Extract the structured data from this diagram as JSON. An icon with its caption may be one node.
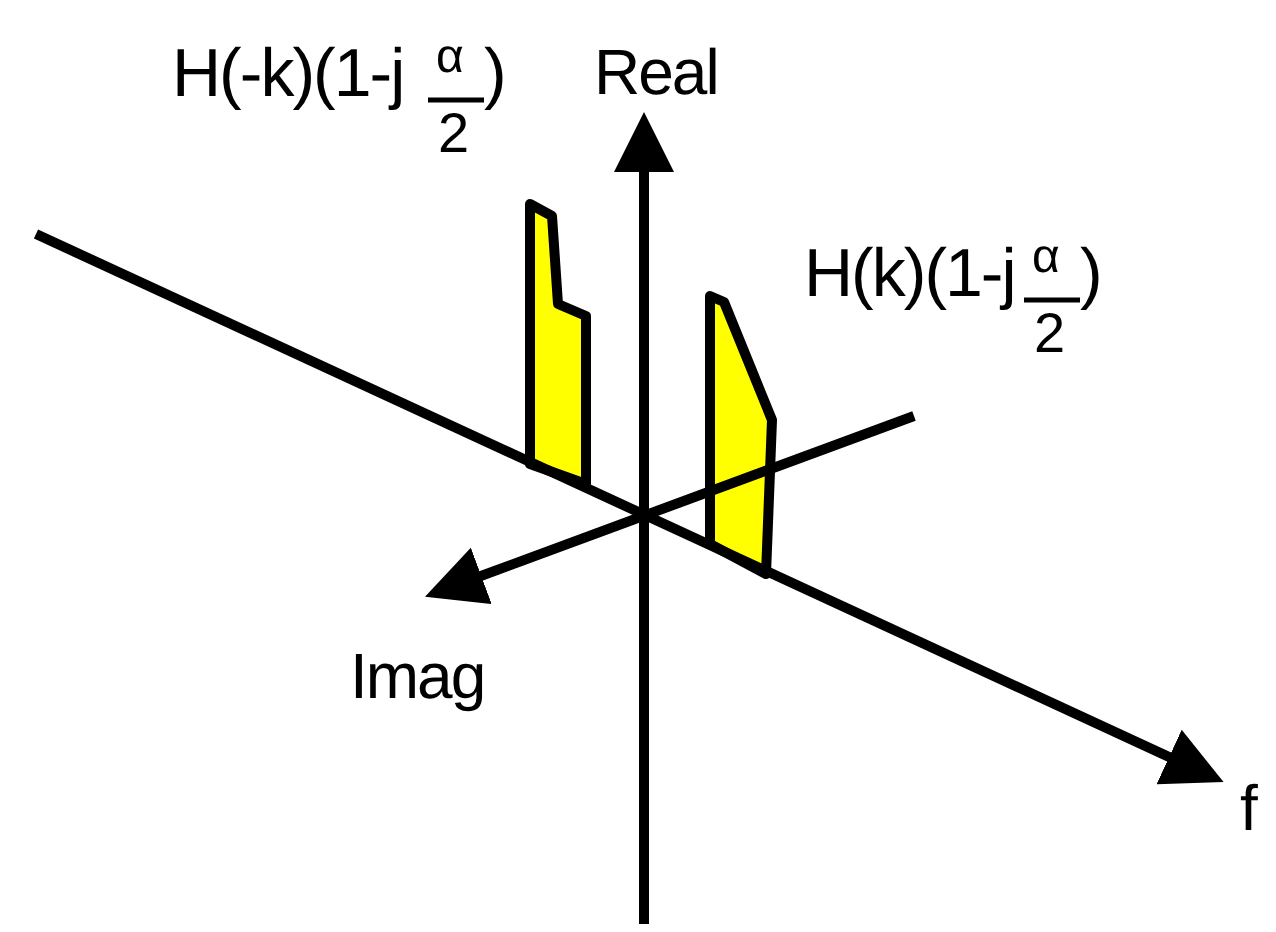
{
  "diagram": {
    "nodes": [
      {
        "text": [],
        "shape": "bar"
      },
      {
        "text": [],
        "shape": "bar"
      }
    ],
    "labels": [
      "H(-k)(1-j",
      "α",
      "2",
      ")",
      "Real",
      "H(k)(1-j",
      "α",
      "2",
      ")",
      "Imag",
      "f"
    ]
  }
}
